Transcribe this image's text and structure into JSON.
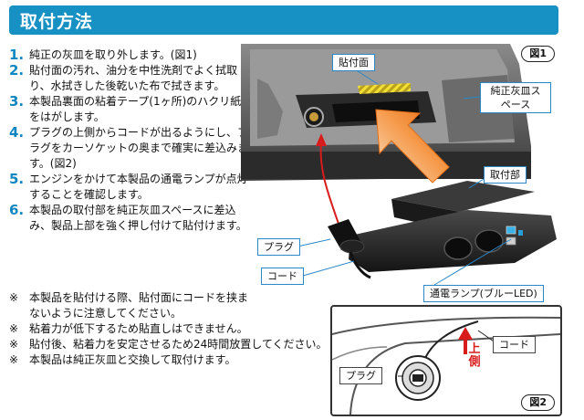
{
  "header": {
    "title": "取付方法"
  },
  "steps": [
    {
      "num": "1.",
      "text": "純正の灰皿を取り外します。(図1)"
    },
    {
      "num": "2.",
      "text": "貼付面の汚れ、油分を中性洗剤でよく拭取り、水拭きした後乾いた布で拭きます。"
    },
    {
      "num": "3.",
      "text": "本製品裏面の粘着テープ(1ヶ所)のハクリ紙をはがします。"
    },
    {
      "num": "4.",
      "text": "プラグの上側からコードが出るようにし、プラグをカーソケットの奥まで確実に差込みます。(図2)"
    },
    {
      "num": "5.",
      "text": "エンジンをかけて本製品の通電ランプが点灯することを確認します。"
    },
    {
      "num": "6.",
      "text": "本製品の取付部を純正灰皿スペースに差込み、製品上部を強く押し付けて貼付けます。"
    }
  ],
  "notes": [
    {
      "mark": "※",
      "text": "本製品を貼付ける際、貼付面にコードを挟まないように注意してください。"
    },
    {
      "mark": "※",
      "text": "粘着力が低下するため貼直しはできません。"
    },
    {
      "mark": "※",
      "text": "貼付後、粘着力を安定させるため24時間放置してください。"
    },
    {
      "mark": "※",
      "text": "本製品は純正灰皿と交換して取付けます。"
    }
  ],
  "figure1": {
    "tag": "図1",
    "labels": {
      "mount_surface": "貼付面",
      "ashtray_space": "純正灰皿スペース",
      "mount_part": "取付部",
      "plug": "プラグ",
      "cord": "コード",
      "lamp": "通電ランプ(ブルーLED)"
    }
  },
  "figure2": {
    "tag": "図2",
    "labels": {
      "cord": "コード",
      "plug": "プラグ",
      "upper_side": "上側"
    }
  },
  "colors": {
    "header": "#1790c4",
    "accent_blue": "#2a87c8",
    "arrow_orange": "#f07a1a",
    "red": "#d81c1c"
  }
}
